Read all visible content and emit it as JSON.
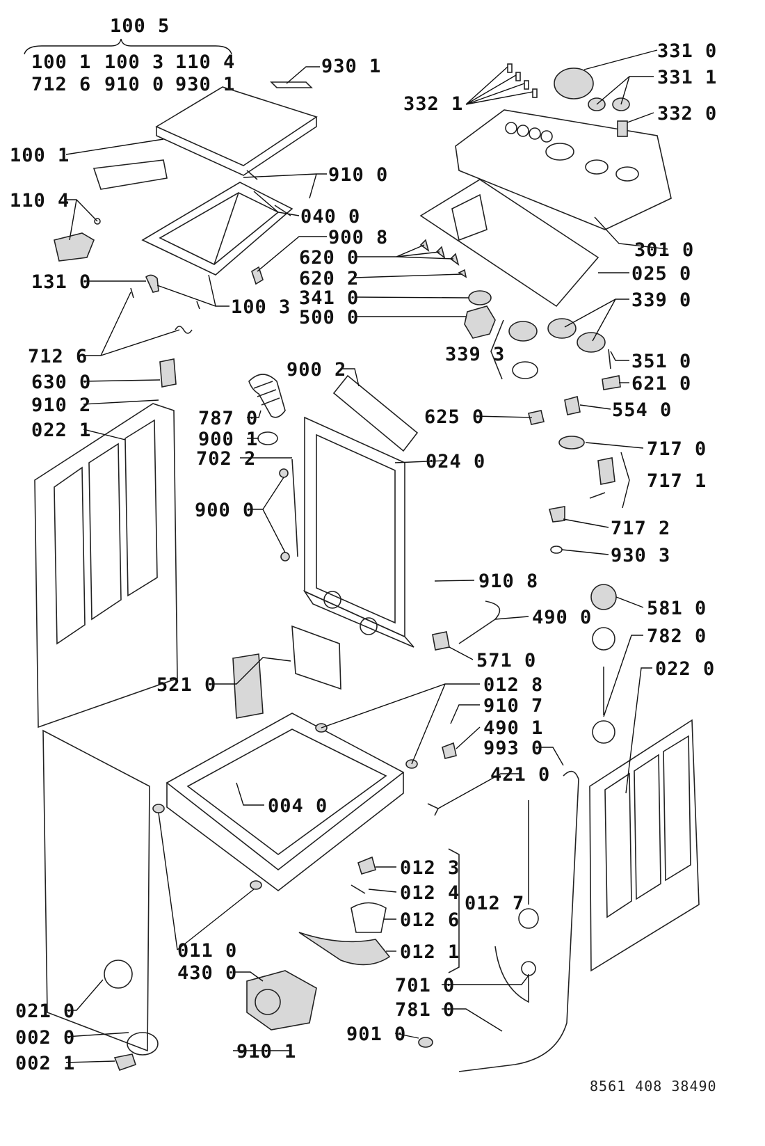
{
  "diagram": {
    "header_group": {
      "assembly": "100 5",
      "row1": [
        "100 1",
        "100 3",
        "110 4"
      ],
      "row2": [
        "712 6",
        "910 0",
        "930 1"
      ]
    },
    "document_number": "8561 408 38490",
    "callouts": [
      "930 1",
      "332 1",
      "331 0",
      "331 1",
      "332 0",
      "100 1",
      "910 0",
      "110 4",
      "040 0",
      "900 8",
      "301 0",
      "620 0",
      "620 2",
      "025 0",
      "131 0",
      "100 3",
      "341 0",
      "339 0",
      "500 0",
      "339 3",
      "712 6",
      "351 0",
      "621 0",
      "630 0",
      "900 2",
      "910 2",
      "554 0",
      "787 0",
      "625 0",
      "022 1",
      "024 0",
      "717 0",
      "900 1",
      "702 2",
      "717 1",
      "900 0",
      "717 2",
      "930 3",
      "910 8",
      "581 0",
      "490 0",
      "782 0",
      "571 0",
      "022 0",
      "521 0",
      "012 8",
      "910 7",
      "490 1",
      "993 0",
      "421 0",
      "004 0",
      "012 3",
      "012 4",
      "012 7",
      "012 6",
      "011 0",
      "012 1",
      "430 0",
      "701 0",
      "021 0",
      "781 0",
      "002 0",
      "901 0",
      "910 1",
      "002 1"
    ]
  }
}
